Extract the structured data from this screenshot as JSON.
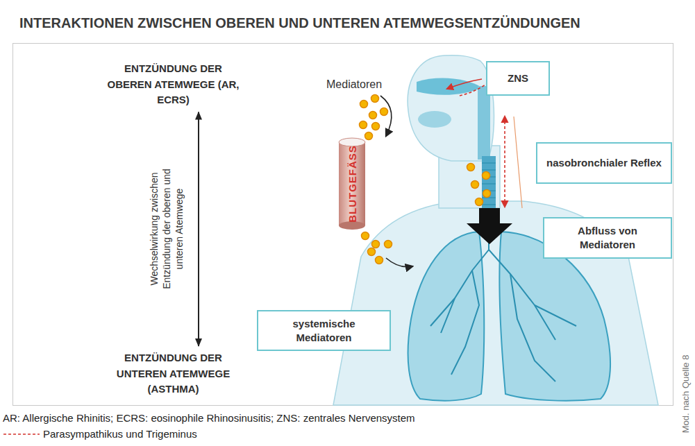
{
  "diagram": {
    "title": "INTERAKTIONEN ZWISCHEN OBEREN UND UNTEREN ATEMWEGSENTZÜNDUNGEN",
    "nodes": [
      {
        "text": [
          "ENTZÜNDUNG DER OBEREN ATEMWEGE (AR, ECRS)"
        ]
      },
      {
        "text": [
          "ZNS"
        ]
      },
      {
        "text": [
          "nasobronchialer Reflex"
        ]
      },
      {
        "text": [
          "Abfluss von Mediatoren"
        ]
      },
      {
        "text": [
          "systemische Mediatoren"
        ]
      },
      {
        "text": [
          "ENTZÜNDUNG DER UNTEREN ATEMWEGE (ASTHMA)"
        ]
      }
    ],
    "edges": [
      {
        "from": 0,
        "to": 5,
        "arrow": "both",
        "label": "Wechselwirkung zwischen Entzündung der oberen und unteren Atemwege"
      }
    ],
    "labels": [
      "Mediatoren",
      "BLUTGEFÄSS",
      "AR: Allergische Rhinitis; ECRS: eosinophile Rhinosinusitis; ZNS: zentrales Nervensystem",
      "Mod. nach Quelle 8"
    ],
    "legend": [
      {
        "text": "Parasympathikus und Trigeminus"
      }
    ]
  }
}
